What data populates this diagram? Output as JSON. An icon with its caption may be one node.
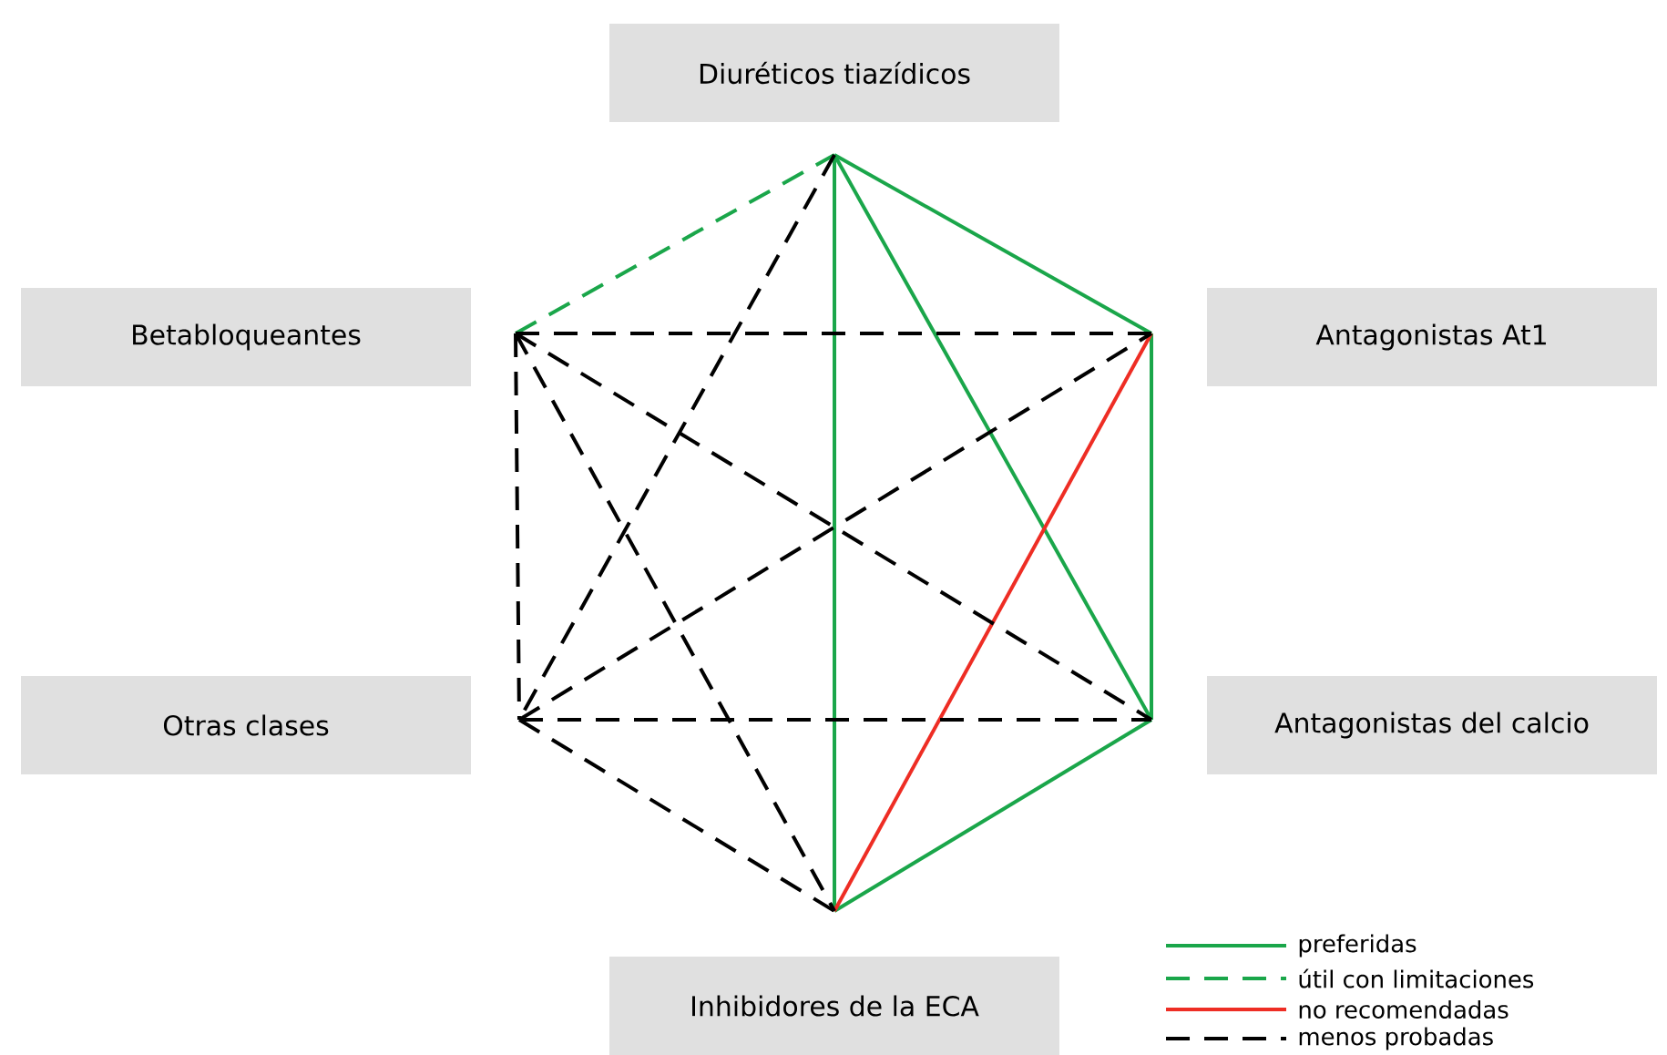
{
  "diagram": {
    "nodes": [
      {
        "text": [
          "Diuréticos tiazídicos"
        ]
      },
      {
        "text": [
          "Betabloqueantes"
        ]
      },
      {
        "text": [
          "Antagonistas At1"
        ]
      },
      {
        "text": [
          "Otras clases"
        ]
      },
      {
        "text": [
          "Antagonistas del calcio"
        ]
      },
      {
        "text": [
          "Inhibidores de la ECA"
        ]
      }
    ],
    "edges": [
      {
        "from": 0,
        "to": 5,
        "arrow": "none",
        "color": "#1aa64a"
      },
      {
        "from": 0,
        "to": 2,
        "arrow": "none",
        "color": "#1aa64a"
      },
      {
        "from": 0,
        "to": 4,
        "arrow": "none",
        "color": "#1aa64a"
      },
      {
        "from": 2,
        "to": 4,
        "arrow": "none",
        "color": "#1aa64a"
      },
      {
        "from": 4,
        "to": 5,
        "arrow": "none",
        "color": "#1aa64a"
      },
      {
        "from": 2,
        "to": 5,
        "arrow": "none",
        "color": "#ee2d24"
      },
      {
        "from": 1,
        "to": 0,
        "arrow": "none",
        "style": "dashed",
        "color": "#1aa64a"
      },
      {
        "from": 0,
        "to": 3,
        "arrow": "none",
        "style": "dashed"
      },
      {
        "from": 1,
        "to": 2,
        "arrow": "none",
        "style": "dashed"
      },
      {
        "from": 1,
        "to": 4,
        "arrow": "none",
        "style": "dashed"
      },
      {
        "from": 1,
        "to": 3,
        "arrow": "none",
        "style": "dashed"
      },
      {
        "from": 1,
        "to": 5,
        "arrow": "none",
        "style": "dashed"
      },
      {
        "from": 3,
        "to": 2,
        "arrow": "none",
        "style": "dashed"
      },
      {
        "from": 3,
        "to": 4,
        "arrow": "none",
        "style": "dashed"
      },
      {
        "from": 3,
        "to": 5,
        "arrow": "none",
        "style": "dashed"
      }
    ],
    "legend": [
      {
        "text": "preferidas"
      },
      {
        "text": "útil con limitaciones"
      },
      {
        "text": "no recomendadas"
      },
      {
        "text": "menos probadas"
      }
    ]
  }
}
